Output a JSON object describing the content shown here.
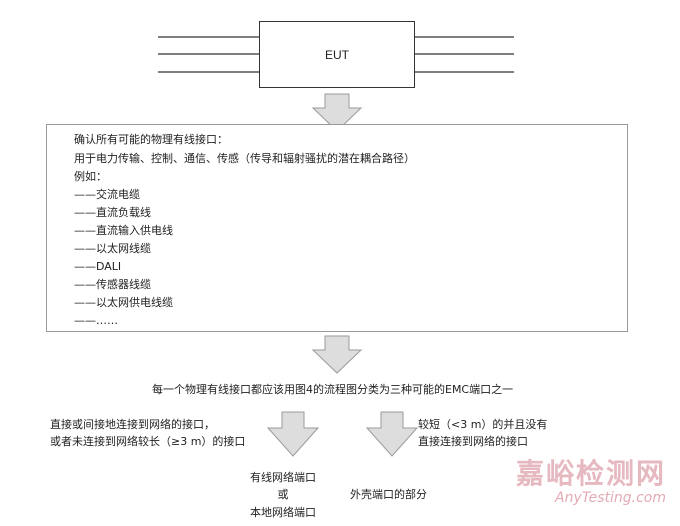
{
  "eut": {
    "label": "EUT"
  },
  "ports_box": {
    "title": "确认所有可能的物理有线接口：",
    "purpose": "用于电力传输、控制、通信、传感（传导和辐射骚扰的潜在耦合路径）",
    "example_heading": "例如：",
    "items": [
      "——交流电缆",
      "——直流负载线",
      "——直流输入供电线",
      "——以太网线缆",
      "——DALI",
      "——传感器线缆",
      "——以太网供电线缆",
      "——……"
    ]
  },
  "classification_text": "每一个物理有线接口都应该用图4的流程图分类为三种可能的EMC端口之一",
  "left_branch": {
    "line1": "直接或间接地连接到网络的接口，",
    "line2": "或者未连接到网络较长（≥3 m）的接口"
  },
  "right_branch": {
    "line1": "较短（<3 m）的并且没有",
    "line2": "直接连接到网络的接口"
  },
  "left_result": {
    "line1": "有线网络端口",
    "line2": "或",
    "line3": "本地网络端口"
  },
  "right_result": "外壳端口的部分",
  "watermark": {
    "cn": "嘉峪检测网",
    "en": "AnyTesting.com"
  },
  "colors": {
    "arrow_fill": "#dddddd",
    "arrow_stroke": "#9a9a9a",
    "watermark": "#e6b8bf"
  }
}
